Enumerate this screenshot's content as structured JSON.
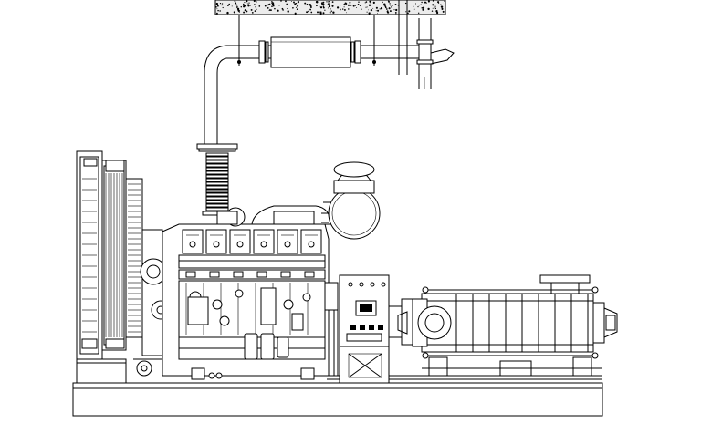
{
  "diagram": {
    "kind": "diesel-engine-driven-multistage-pump-set-elevation",
    "line_color": "#000000",
    "background_color": "#ffffff",
    "ceiling_fill_color": "#d9d9d9",
    "components": [
      "ceiling-slab",
      "exhaust-pipe",
      "exhaust-silencer",
      "flexible-bellows",
      "radiator",
      "engine-block",
      "turbocharger",
      "air-filter",
      "control-panel",
      "multistage-pump",
      "base-frame"
    ]
  }
}
